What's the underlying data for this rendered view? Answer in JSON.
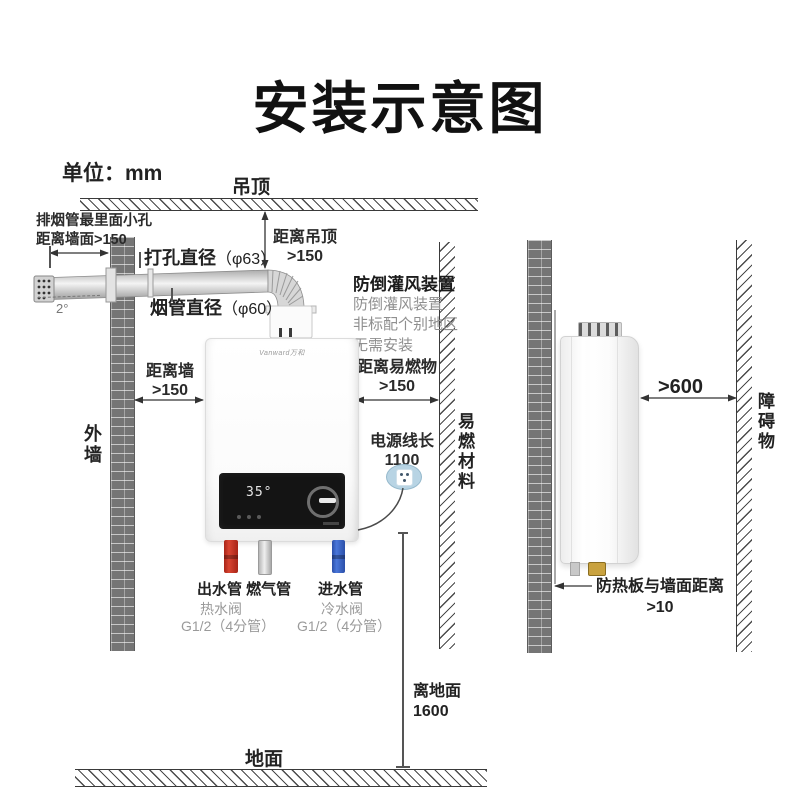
{
  "title": "安装示意图",
  "unit_label": "单位：mm",
  "walls": {
    "ceiling": "吊顶",
    "ground": "地面",
    "exterior_wall": "外墙",
    "flammable": "易燃材料",
    "obstacle": "障碍物"
  },
  "flue": {
    "hole_note_line1": "排烟管最里面小孔",
    "hole_note_line2": "距离墙面>150",
    "drill_label": "打孔直径",
    "drill_value": "（φ63）",
    "pipe_label": "烟管直径",
    "pipe_value": "（φ60）",
    "slope": "2°"
  },
  "clearances": {
    "ceiling_label": "距离吊顶",
    "ceiling_value": ">150",
    "wall_label": "距离墙",
    "wall_value": ">150",
    "flammable_label": "距离易燃物",
    "flammable_value": ">150",
    "obstacle_value": ">600",
    "heat_shield_label": "防热板与墙面距离",
    "heat_shield_value": ">10",
    "floor_label": "离地面",
    "floor_value": "1600"
  },
  "power": {
    "label": "电源线长",
    "value": "1100"
  },
  "backflow": {
    "title": "防倒灌风装置",
    "note_lines": [
      "防倒灌风装置",
      "非标配个别地区",
      "无需安装"
    ]
  },
  "connections": {
    "outlet_gas_label": "出水管 燃气管",
    "inlet_label": "进水管",
    "hot_valve": "热水阀",
    "hot_spec": "G1/2（4分管）",
    "cold_valve": "冷水阀",
    "cold_spec": "G1/2（4分管）"
  },
  "heater": {
    "brand": "Vanward万和",
    "display_temp": "35°"
  },
  "colors": {
    "hot_pipe": "#cf3527",
    "cold_pipe": "#3a67c8",
    "socket": "#b8d4e4",
    "brick": "#757575",
    "text": "#222222",
    "muted": "#8f8f8f"
  }
}
